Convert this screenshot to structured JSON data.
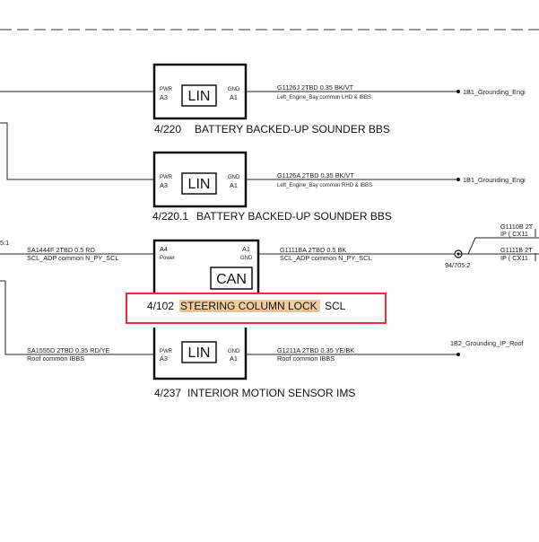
{
  "modules": [
    {
      "id": "4/220",
      "name": "BATTERY BACKED-UP SOUNDER BBS",
      "bus": "LIN",
      "left_pin_label": "PWR",
      "left_pin": "A3",
      "right_pin_label": "GND",
      "right_pin": "A1",
      "wire_code": "G1126J  2TBD 0.35 BK/VT",
      "wire_desc": "Left_Engine_Bay  common   LHD & IBBS",
      "dest": "1B1_Grounding_Engi"
    },
    {
      "id": "4/220.1",
      "name": "BATTERY BACKED-UP SOUNDER BBS",
      "bus": "LIN",
      "left_pin_label": "PWR",
      "left_pin": "A3",
      "right_pin_label": "GND",
      "right_pin": "A1",
      "wire_code": "G1126A  2TBD 0.35 BK/VT",
      "wire_desc": "Left_Engine_Bay  common   RHD & IBBS",
      "dest": "1B1_Grounding_Engi"
    },
    {
      "id": "4/102",
      "name_highlight": "STEERING COLUMN LOCK",
      "name_suffix": "SCL",
      "bus": "CAN",
      "left_pin": "A4",
      "left_pin_label": "Power",
      "right_pin": "A1",
      "right_pin_label": "GND",
      "left_wire_code": "SA1444F  2TBD 0.5 RD",
      "left_wire_desc": "SCL_ADP  common   N_PY_SCL",
      "wire_code": "G1111BA  2TBD 0.5 BK",
      "wire_desc": "SCL_ADP  common   N_PY_SCL",
      "splice": "94/705:2",
      "left_edge_ref": "5:1",
      "branch1_code": "G1110B  2T",
      "branch1_desc": "IP  ( CX11",
      "branch2_code": "G1111B  2T",
      "branch2_desc": "IP  ( CX11"
    },
    {
      "id": "4/237",
      "name": "INTERIOR MOTION SENSOR IMS",
      "bus": "LIN",
      "left_pin_label": "PWR",
      "left_pin": "A3",
      "right_pin_label": "GND",
      "right_pin": "A1",
      "left_wire_code": "SA1555D  2TBD 0.35 RD/YE",
      "left_wire_desc": "Roof  common   IBBS",
      "wire_code": "G1211A  2TBD 0.35 YE/BK",
      "wire_desc": "Roof  common   IBBS",
      "dest": "1B2_Grounding_IP_Roof"
    }
  ],
  "colors": {
    "highlight": "#f0c890",
    "focus_box": "#e8303a",
    "line": "#222222"
  }
}
